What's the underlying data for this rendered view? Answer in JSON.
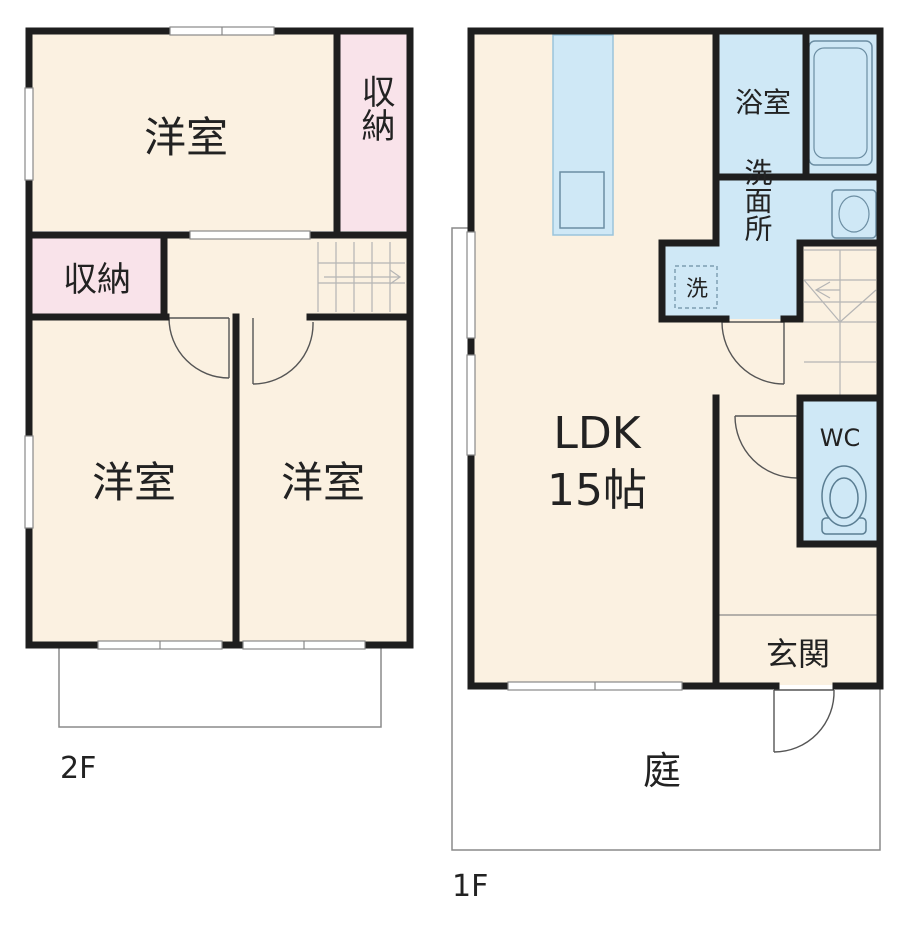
{
  "floor_2f": {
    "label": "2F",
    "rooms": {
      "western_top": "洋室",
      "storage_top": "収納",
      "storage_mid": "収納",
      "western_left": "洋室",
      "western_right": "洋室"
    }
  },
  "floor_1f": {
    "label": "1F",
    "rooms": {
      "ldk_line1": "LDK",
      "ldk_line2": "15帖",
      "bath": "浴室",
      "washroom": "洗面所",
      "washer": "洗",
      "wc": "WC",
      "entrance": "玄関",
      "garden": "庭"
    }
  },
  "colors": {
    "room_fill": "#fbf1e1",
    "storage_fill": "#f9e3ea",
    "wet_fill": "#cfe8f6",
    "wall": "#1e1e1e",
    "outline": "#8a8a8a"
  }
}
